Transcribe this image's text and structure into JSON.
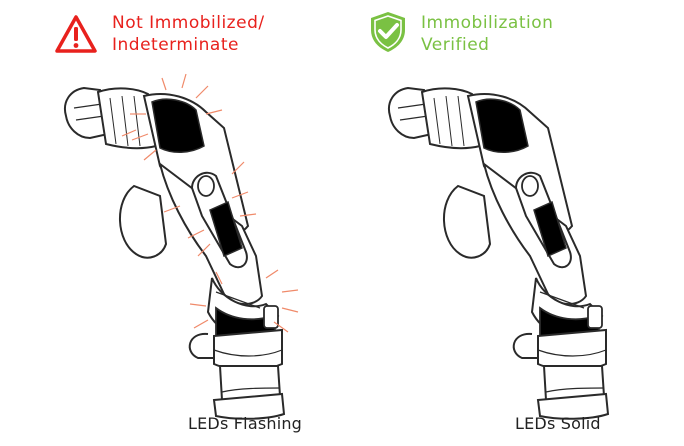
{
  "left_panel": {
    "status_line1": "Not Immobilized/",
    "status_line2": "Indeterminate",
    "status_color": "#e8211d",
    "icon": "warning-triangle-icon",
    "caption": "LEDs Flashing",
    "led_color": "#e8211d",
    "led_state": "flashing"
  },
  "right_panel": {
    "status_line1": "Immobilization",
    "status_line2": "Verified",
    "status_color": "#7ac143",
    "icon": "shield-check-icon",
    "caption": "LEDs Solid",
    "led_color": "#84c63e",
    "led_state": "solid"
  },
  "outline_color": "#2a2a2a"
}
